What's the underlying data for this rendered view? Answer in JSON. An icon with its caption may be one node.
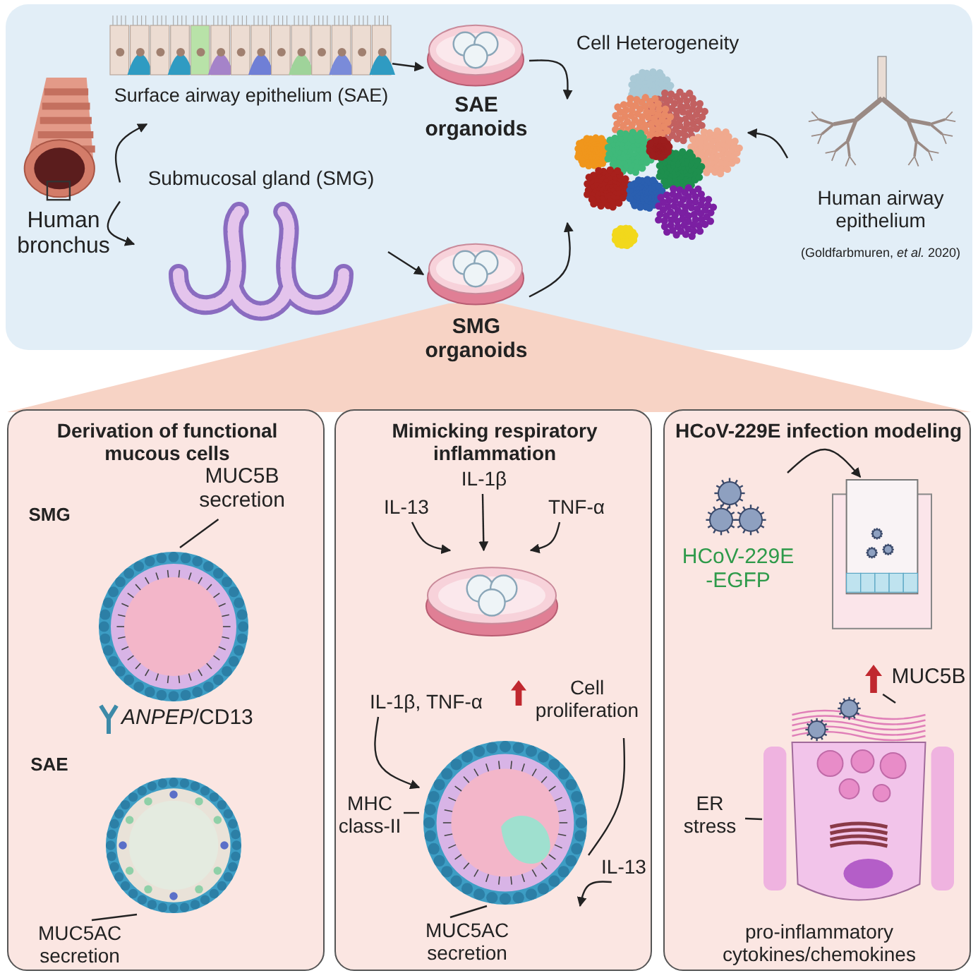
{
  "diagram": {
    "nodes": [
      {
        "text": [
          "Human bronchus"
        ]
      },
      {
        "text": [
          "Surface airway epithelium (SAE)"
        ]
      },
      {
        "text": [
          "Submucosal gland (SMG)"
        ]
      },
      {
        "text": [
          "SAE organoids"
        ]
      },
      {
        "text": [
          "SMG organoids"
        ]
      },
      {
        "text": [
          "Cell Heterogeneity"
        ]
      },
      {
        "text": [
          "Human airway epithelium",
          "(Goldfarbmuren, *et al.* 2020)"
        ]
      },
      {
        "text": [
          "Derivation of functional mucous cells"
        ]
      },
      {
        "text": [
          "Mimicking respiratory inflammation"
        ]
      },
      {
        "text": [
          "HCoV-229E infection modeling"
        ]
      },
      {
        "text": [
          "IL-13"
        ],
        "in": 8
      },
      {
        "text": [
          "IL-1β"
        ],
        "in": 8
      },
      {
        "text": [
          "TNF-α"
        ],
        "in": 8
      },
      {
        "text": [],
        "shape": "picture",
        "in": 8
      },
      {
        "text": [
          "MUC5B secretion"
        ],
        "in": 7
      },
      {
        "text": [],
        "shape": "picture",
        "in": 7
      },
      {
        "text": [],
        "shape": "picture",
        "in": 7
      },
      {
        "text": [
          "MUC5AC secretion"
        ],
        "in": 7
      },
      {
        "text": [
          "IL-1β, TNF-α"
        ],
        "in": 8
      },
      {
        "text": [],
        "shape": "picture",
        "in": 8
      },
      {
        "text": [
          "MHC class-II"
        ],
        "in": 8
      },
      {
        "text": [
          "Cell proliferation"
        ],
        "in": 8
      },
      {
        "text": [
          "IL-13"
        ],
        "in": 8
      },
      {
        "text": [
          "MUC5AC secretion"
        ],
        "in": 8
      },
      {
        "text": [
          "HCoV-229E -EGFP"
        ],
        "in": 9
      },
      {
        "text": [],
        "shape": "picture",
        "in": 9
      },
      {
        "text": [],
        "shape": "picture",
        "in": 9
      },
      {
        "text": [
          "MUC5B"
        ],
        "in": 9
      },
      {
        "text": [
          "ER stress"
        ],
        "in": 9
      }
    ],
    "edges": [
      {
        "from": 0,
        "to": 1,
        "arrow": "to"
      },
      {
        "from": 0,
        "to": 2,
        "arrow": "to"
      },
      {
        "from": 1,
        "to": 3,
        "arrow": "to"
      },
      {
        "from": 2,
        "to": 4,
        "arrow": "to"
      },
      {
        "from": 3,
        "to": 5,
        "arrow": "to"
      },
      {
        "from": 4,
        "to": 5,
        "arrow": "to"
      },
      {
        "from": 6,
        "to": 5,
        "arrow": "to"
      },
      {
        "from": 14,
        "to": 15,
        "arrow": "none"
      },
      {
        "from": 17,
        "to": 16,
        "arrow": "none"
      },
      {
        "from": 10,
        "to": 13,
        "arrow": "to"
      },
      {
        "from": 11,
        "to": 13,
        "arrow": "to"
      },
      {
        "from": 12,
        "to": 13,
        "arrow": "to"
      },
      {
        "from": 18,
        "to": 19,
        "arrow": "to"
      },
      {
        "from": 20,
        "to": 19,
        "arrow": "none"
      },
      {
        "from": 21,
        "to": 19,
        "arrow": "none"
      },
      {
        "from": 22,
        "to": 19,
        "arrow": "to"
      },
      {
        "from": 23,
        "to": 19,
        "arrow": "none"
      },
      {
        "from": 24,
        "to": 25,
        "arrow": "to"
      },
      {
        "from": 27,
        "to": 26,
        "arrow": "none"
      },
      {
        "from": 28,
        "to": 26,
        "arrow": "none"
      }
    ],
    "labels": [
      "SMG",
      "*ANPEP*/CD13",
      "SAE",
      "pro-inflammatory cytokines/chemokines"
    ]
  }
}
